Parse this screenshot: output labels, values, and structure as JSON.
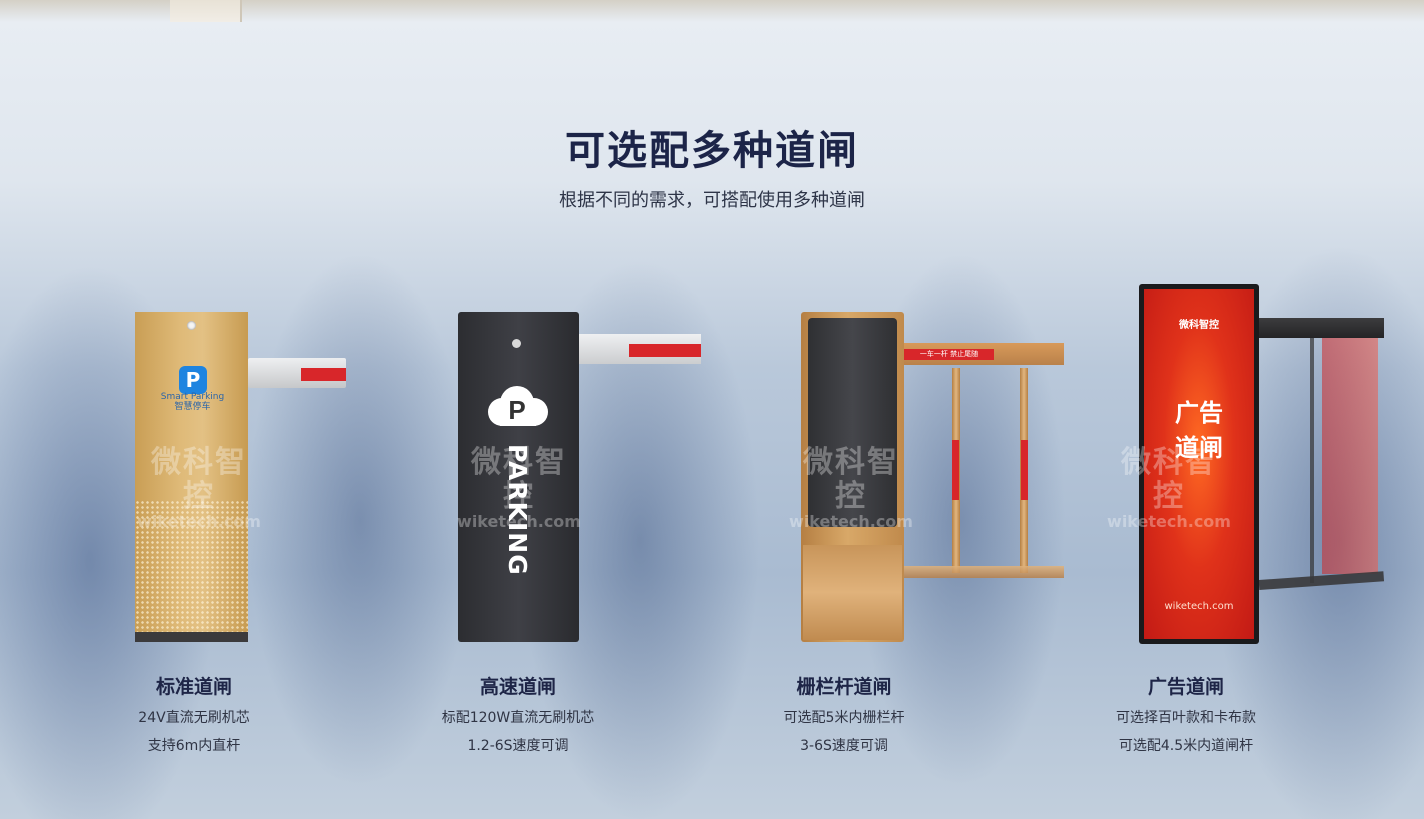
{
  "header": {
    "title": "可选配多种道闸",
    "subtitle": "根据不同的需求，可搭配使用多种道闸"
  },
  "watermark": {
    "cn": "微科智控",
    "en": "wiketech.com"
  },
  "products": [
    {
      "name": "标准道闸",
      "desc_line1": "24V直流无刷机芯",
      "desc_line2": "支持6m内直杆",
      "device_brand_line1": "Smart Parking",
      "device_brand_line2": "智慧停车",
      "device_logo_letter": "P"
    },
    {
      "name": "高速道闸",
      "desc_line1": "标配120W直流无刷机芯",
      "desc_line2": "1.2-6S速度可调",
      "device_word": "PARKING"
    },
    {
      "name": "栅栏杆道闸",
      "desc_line1": "可选配5米内栅栏杆",
      "desc_line2": "3-6S速度可调",
      "device_sign": "一车一杆    禁止尾随"
    },
    {
      "name": "广告道闸",
      "desc_line1": "可选择百叶款和卡布款",
      "desc_line2": "可选配4.5米内道闸杆",
      "screen_brand": "微科智控",
      "screen_text": "广告道闸",
      "screen_url": "wiketech.com"
    }
  ],
  "colors": {
    "title": "#1c2448",
    "accent_red": "#d8262a",
    "gold": "#d9b06f",
    "dark_gate": "#3a3b40"
  },
  "icons": [
    "parking-logo-icon",
    "parking-cloud-icon",
    "brand-logo-icon"
  ]
}
